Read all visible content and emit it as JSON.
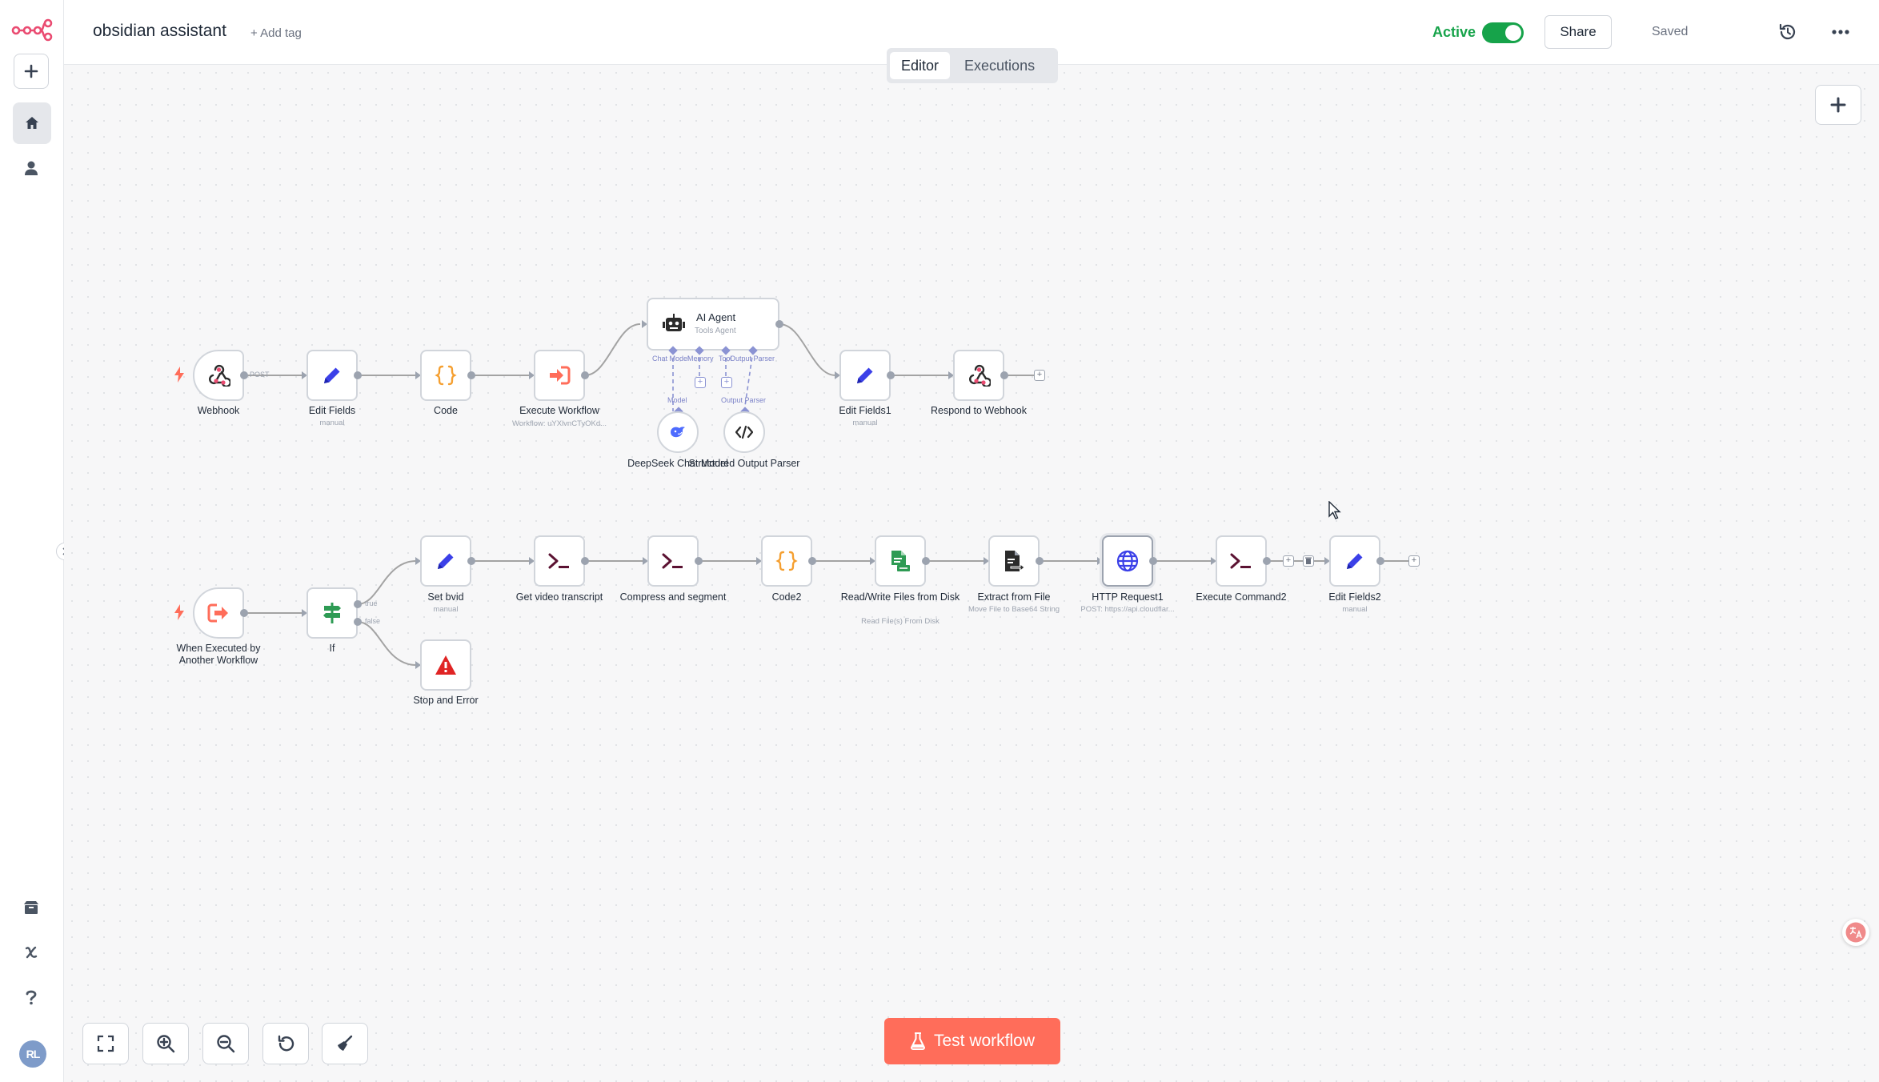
{
  "workflow": {
    "title": "obsidian assistant",
    "add_tag": "+ Add tag",
    "active_label": "Active",
    "active": true,
    "share_label": "Share",
    "saved_label": "Saved"
  },
  "tabs": [
    {
      "label": "Editor",
      "active": true
    },
    {
      "label": "Executions",
      "active": false
    }
  ],
  "user": {
    "initials": "RL"
  },
  "test_button": {
    "label": "Test workflow"
  },
  "colors": {
    "accent": "#ff6d5a",
    "active_green": "#16a34a",
    "blue_icon": "#3b40e8",
    "maroon_icon": "#5b1232",
    "orange_icon": "#f59f30",
    "green_icon": "#2e9b54"
  },
  "nodes": {
    "webhook": {
      "label": "Webhook",
      "icon": "webhook-icon"
    },
    "edit_fields": {
      "label": "Edit Fields",
      "sub": "manual",
      "icon": "pencil-icon"
    },
    "code": {
      "label": "Code",
      "icon": "braces-icon"
    },
    "execute_workflow": {
      "label": "Execute Workflow",
      "sub": "Workflow: uYXlvnCTyOKd...",
      "icon": "execute-workflow-icon"
    },
    "ai_agent": {
      "label": "AI Agent",
      "sub": "Tools Agent",
      "icon": "robot-icon"
    },
    "edit_fields1": {
      "label": "Edit Fields1",
      "sub": "manual",
      "icon": "pencil-icon"
    },
    "respond_webhook": {
      "label": "Respond to Webhook",
      "icon": "webhook-icon"
    },
    "deepseek": {
      "label": "DeepSeek Chat Model",
      "icon": "deepseek-whale-icon"
    },
    "structured_parser": {
      "label": "Structured Output Parser",
      "icon": "code-brackets-icon"
    },
    "when_executed": {
      "label": "When Executed by Another Workflow",
      "icon": "sign-in-icon"
    },
    "if": {
      "label": "If",
      "icon": "signpost-icon"
    },
    "set_bvid": {
      "label": "Set bvid",
      "sub": "manual",
      "icon": "pencil-icon"
    },
    "stop_error": {
      "label": "Stop and Error",
      "icon": "warning-icon"
    },
    "get_transcript": {
      "label": "Get video transcript",
      "icon": "terminal-icon"
    },
    "compress": {
      "label": "Compress and segment",
      "icon": "terminal-icon"
    },
    "code2": {
      "label": "Code2",
      "icon": "braces-icon"
    },
    "read_write": {
      "label": "Read/Write Files from Disk",
      "sub": "Read File(s) From Disk",
      "icon": "file-rw-icon"
    },
    "extract_file": {
      "label": "Extract from File",
      "sub": "Move File to Base64 String",
      "icon": "file-extract-icon"
    },
    "http_request1": {
      "label": "HTTP Request1",
      "sub": "POST: https://api.cloudflar...",
      "icon": "globe-icon"
    },
    "execute_command2": {
      "label": "Execute Command2",
      "icon": "terminal-icon"
    },
    "edit_fields2": {
      "label": "Edit Fields2",
      "sub": "manual",
      "icon": "pencil-icon"
    }
  },
  "edge_labels": {
    "post": "POST",
    "true": "true",
    "false": "false"
  },
  "agent_slots": {
    "chat_model": "Chat Model",
    "memory": "Memory",
    "tool": "Tool",
    "output_parser": "Output Parser",
    "model_below": "Model",
    "parser_below": "Output Parser"
  }
}
